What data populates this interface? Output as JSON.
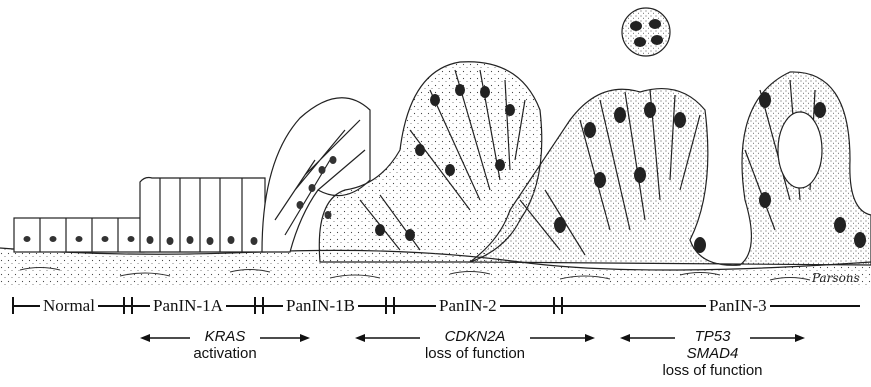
{
  "signature": "Parsons",
  "stages": [
    {
      "label": "Normal"
    },
    {
      "label": "PanIN-1A"
    },
    {
      "label": "PanIN-1B"
    },
    {
      "label": "PanIN-2"
    },
    {
      "label": "PanIN-3"
    }
  ],
  "genes": [
    {
      "name": "KRAS",
      "effect": "activation"
    },
    {
      "name": "CDKN2A",
      "effect": "loss of function"
    },
    {
      "name_1": "TP53",
      "name_2": "SMAD4",
      "effect": "loss of function"
    }
  ]
}
